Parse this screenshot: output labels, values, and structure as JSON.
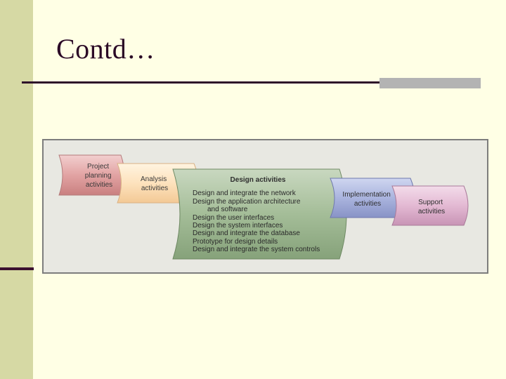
{
  "slide": {
    "title": "Contd…"
  },
  "diagram": {
    "stages": [
      {
        "label_lines": [
          "Project",
          "planning",
          "activities"
        ],
        "color": "#e2a9a9"
      },
      {
        "label_lines": [
          "Analysis",
          "activities"
        ],
        "color": "#fde3c0"
      },
      {
        "label_lines": [
          "Design activities"
        ],
        "color": "#9fb993"
      },
      {
        "label_lines": [
          "Implementation",
          "activities"
        ],
        "color": "#a8b3dc"
      },
      {
        "label_lines": [
          "Support",
          "activities"
        ],
        "color": "#e2b8d4"
      }
    ],
    "design_items": [
      "Design and integrate the network",
      "Design the application architecture",
      "and software",
      "Design the user interfaces",
      "Design the system interfaces",
      "Design and integrate the database",
      "Prototype for design details",
      "Design and integrate the system controls"
    ]
  }
}
